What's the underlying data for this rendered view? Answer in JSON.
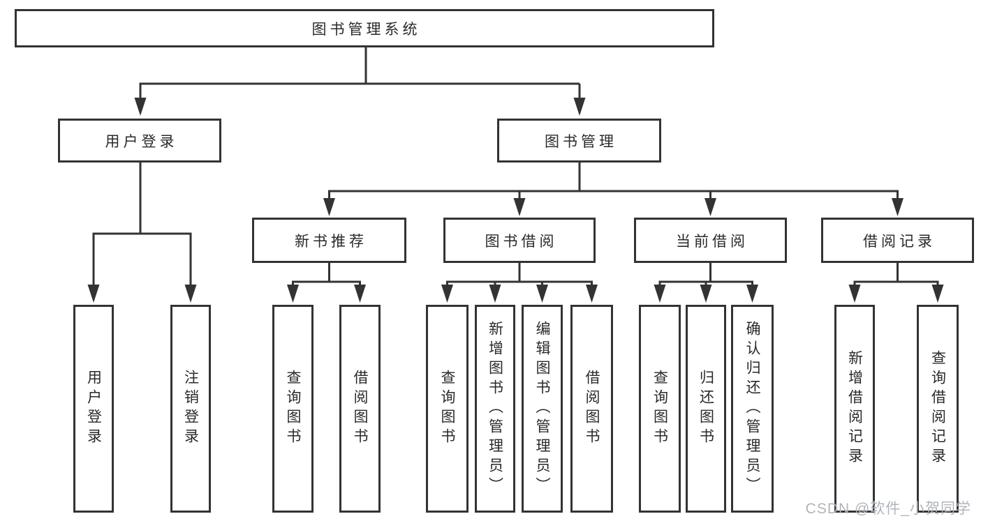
{
  "diagram": {
    "title": "图书管理系统",
    "root": {
      "label": "图书管理系统"
    },
    "branches": [
      {
        "label": "用户登录",
        "children": [
          {
            "label": "用户登录"
          },
          {
            "label": "注销登录"
          }
        ]
      },
      {
        "label": "图书管理",
        "children": [
          {
            "label": "新书推荐",
            "children": [
              {
                "label": "查询图书"
              },
              {
                "label": "借阅图书"
              }
            ]
          },
          {
            "label": "图书借阅",
            "children": [
              {
                "label": "查询图书"
              },
              {
                "label": "新增图书（管理员）"
              },
              {
                "label": "编辑图书（管理员）"
              },
              {
                "label": "借阅图书"
              }
            ]
          },
          {
            "label": "当前借阅",
            "children": [
              {
                "label": "查询图书"
              },
              {
                "label": "归还图书"
              },
              {
                "label": "确认归还（管理员）"
              }
            ]
          },
          {
            "label": "借阅记录",
            "children": [
              {
                "label": "新增借阅记录"
              },
              {
                "label": "查询借阅记录"
              }
            ]
          }
        ]
      }
    ],
    "watermark": "CSDN @软件_小贺同学",
    "colors": {
      "line": "#333333",
      "box_border": "#333333",
      "box_fill": "#ffffff",
      "text": "#2a2a2a",
      "watermark": "#b0b4ba",
      "background": "#ffffff"
    }
  }
}
